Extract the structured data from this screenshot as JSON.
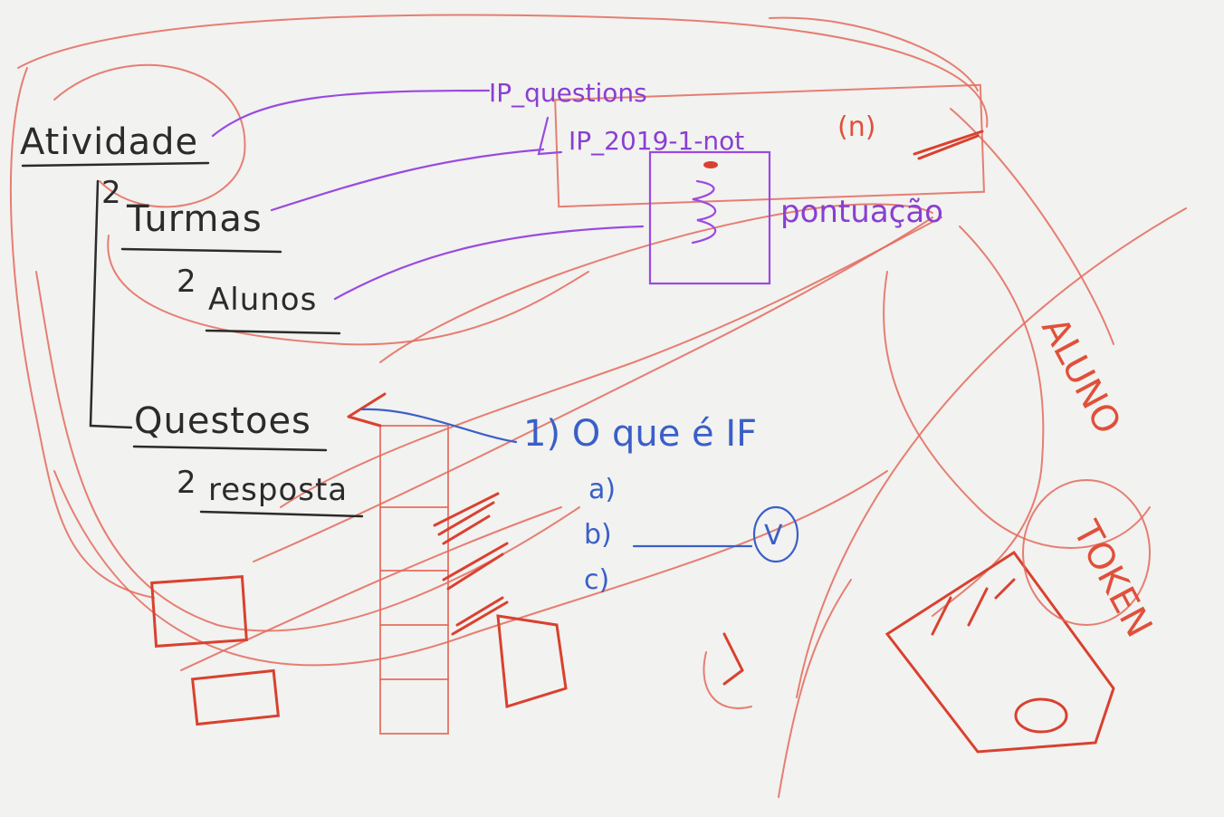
{
  "labels": {
    "atividade": "Atividade",
    "turmas": "Turmas",
    "alunos": "Alunos",
    "questoes": "Questoes",
    "resposta": "resposta",
    "ip_questions": "IP_questions",
    "ip_2019": "IP_2019-1-not",
    "n_marker": "(n)",
    "pontuacao": "pontuação",
    "question_1": "1) O que é IF",
    "option_a": "a)",
    "option_b": "b)",
    "option_c": "c)",
    "v_mark": "V",
    "prefix_2_turmas": "2",
    "prefix_2_alunos": "2",
    "prefix_2_resposta": "2",
    "aluno_vertical": "ALUNO",
    "token_vertical": "TOKEN"
  },
  "colors": {
    "background": "#f2f2f0",
    "black_ink": "#2b2b2b",
    "purple_ink": "#9a4ae0",
    "blue_ink": "#3a5fc8",
    "red_ink": "#d9412f"
  }
}
